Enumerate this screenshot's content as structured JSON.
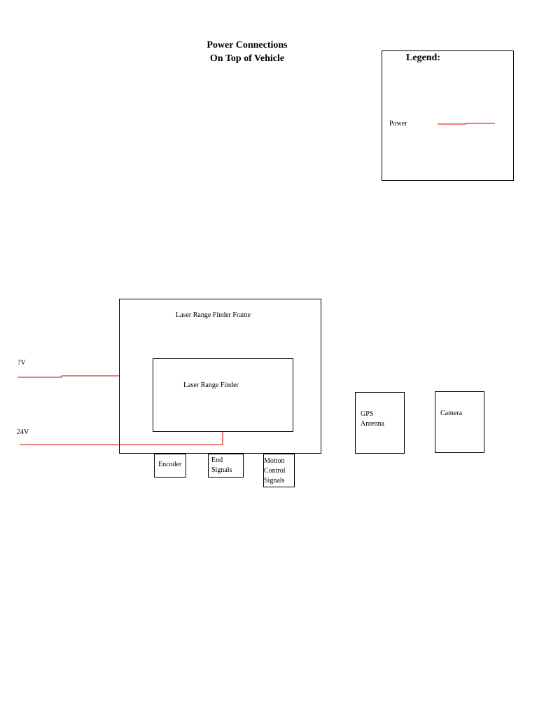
{
  "title": {
    "line1": "Power Connections",
    "line2": "On Top of Vehicle"
  },
  "legend": {
    "title": "Legend:",
    "power_label": "Power",
    "power_color": "#cc0000"
  },
  "frame": {
    "label": "Laser Range Finder Frame"
  },
  "lrf": {
    "label": "Laser Range Finder"
  },
  "inputs": {
    "unknown_voltage": "?V",
    "v24": "24V"
  },
  "connectors": {
    "encoder": "Encoder",
    "end_signals_1": "End",
    "end_signals_2": "Signals",
    "motion_1": "Motion",
    "motion_2": "Control",
    "motion_3": "Signals"
  },
  "gps": {
    "line1": "GPS",
    "line2": "Antenna"
  },
  "camera": {
    "label": "Camera"
  },
  "colors": {
    "wire": "#cc0000",
    "border": "#000000",
    "background": "#ffffff"
  }
}
